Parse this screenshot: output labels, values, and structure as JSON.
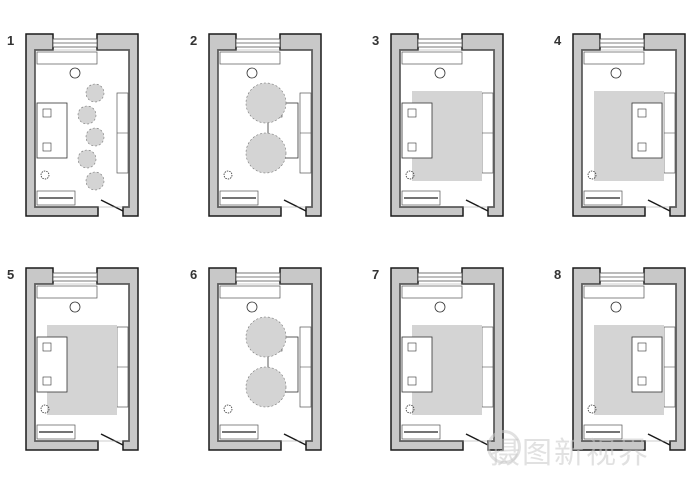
{
  "plans": [
    {
      "label": "1",
      "floor_area": false,
      "rugs": 5
    },
    {
      "label": "2",
      "floor_area": false,
      "rugs": 2
    },
    {
      "label": "3",
      "floor_area": true,
      "rugs": 0
    },
    {
      "label": "4",
      "floor_area": true,
      "rugs": 0
    },
    {
      "label": "5",
      "floor_area": true,
      "rugs": 0
    },
    {
      "label": "6",
      "floor_area": false,
      "rugs": 2
    },
    {
      "label": "7",
      "floor_area": true,
      "rugs": 0
    },
    {
      "label": "8",
      "floor_area": true,
      "rugs": 0
    }
  ],
  "watermark": "摄图新视界",
  "colors": {
    "wall": "#c8c8c8",
    "outline": "#1a1a1a",
    "floor_fill": "#d4d4d4"
  }
}
